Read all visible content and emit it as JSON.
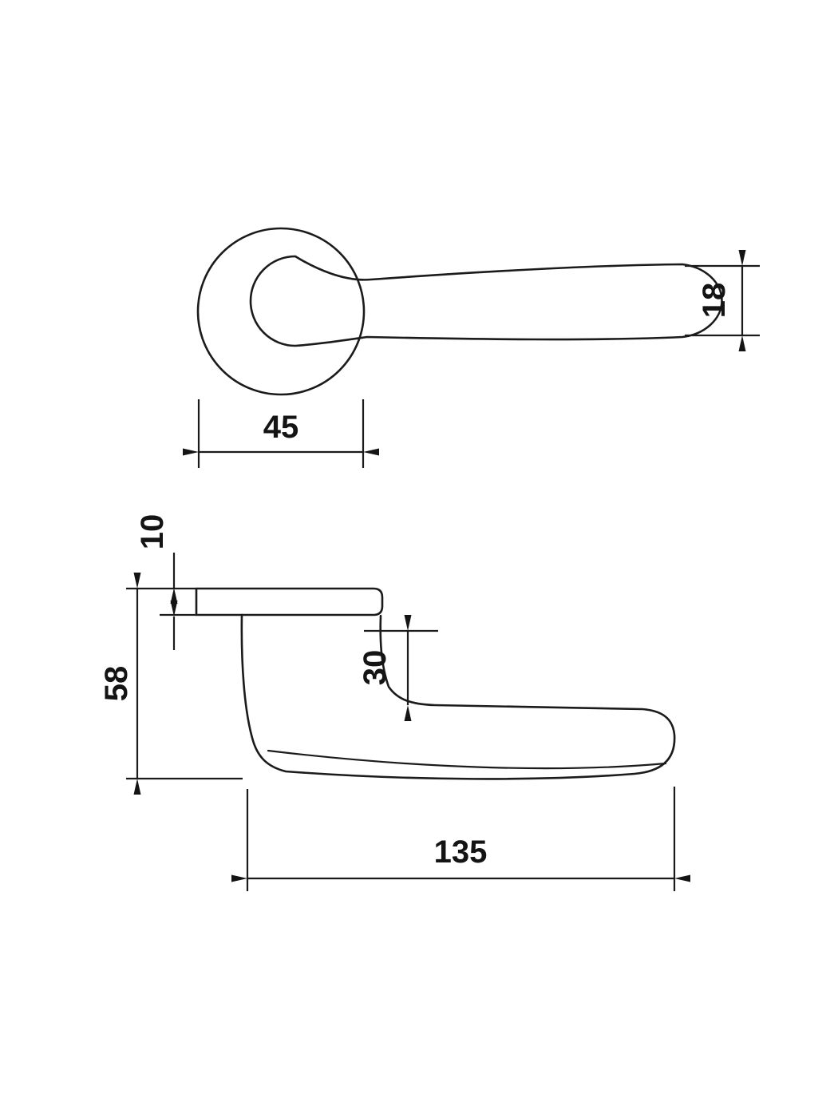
{
  "drawing": {
    "background_color": "#ffffff",
    "line_color": "#1b1b1b",
    "subject": "door lever handle on round rosette, dimensioned technical drawing"
  },
  "dimensions": {
    "rosette_diameter": "45",
    "grip_width": "18",
    "rosette_thickness": "10",
    "overall_projection": "58",
    "neck_offset": "30",
    "handle_length": "135"
  }
}
